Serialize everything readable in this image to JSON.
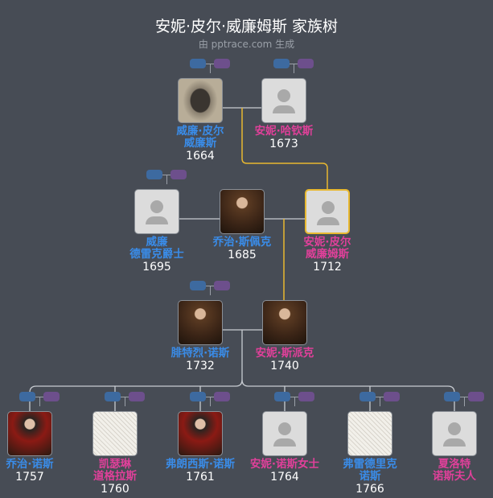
{
  "header": {
    "title": "安妮·皮尔·威廉姆斯 家族树",
    "subtitle": "由 pptrace.com 生成"
  },
  "colors": {
    "background": "#474c55",
    "male": "#3a8ce8",
    "female": "#e0409a",
    "highlight": "#e8b830"
  },
  "people": [
    {
      "name": "威廉·皮尔\n威廉斯",
      "year": "1664",
      "gender": "male",
      "photo": "engraving-portrait"
    },
    {
      "name": "安妮·哈钦斯",
      "year": "1673",
      "gender": "female",
      "photo": "placeholder-avatar"
    },
    {
      "name": "威廉\n德雷克爵士",
      "year": "1695",
      "gender": "male",
      "photo": "placeholder-avatar"
    },
    {
      "name": "乔治·斯佩克",
      "year": "1685",
      "gender": "male",
      "photo": "painted-portrait"
    },
    {
      "name": "安妮·皮尔\n威廉姆斯",
      "year": "1712",
      "gender": "female",
      "photo": "placeholder-avatar",
      "highlighted": true
    },
    {
      "name": "腓特烈·诺斯",
      "year": "1732",
      "gender": "male",
      "photo": "painted-portrait"
    },
    {
      "name": "安妮·斯派克",
      "year": "1740",
      "gender": "female",
      "photo": "painted-portrait"
    },
    {
      "name": "乔治·诺斯",
      "year": "1757",
      "gender": "male",
      "photo": "painted-portrait-red"
    },
    {
      "name": "凯瑟琳\n道格拉斯",
      "year": "1760",
      "gender": "female",
      "photo": "sketch-portrait"
    },
    {
      "name": "弗朗西斯·诺斯",
      "year": "1761",
      "gender": "male",
      "photo": "painted-portrait-red"
    },
    {
      "name": "安妮·诺斯女士",
      "year": "1764",
      "gender": "female",
      "photo": "placeholder-avatar"
    },
    {
      "name": "弗雷德里克\n诺斯",
      "year": "1766",
      "gender": "male",
      "photo": "sketch-portrait"
    },
    {
      "name": "夏洛特\n诺斯夫人",
      "year": "",
      "gender": "female",
      "photo": "placeholder-avatar"
    }
  ]
}
